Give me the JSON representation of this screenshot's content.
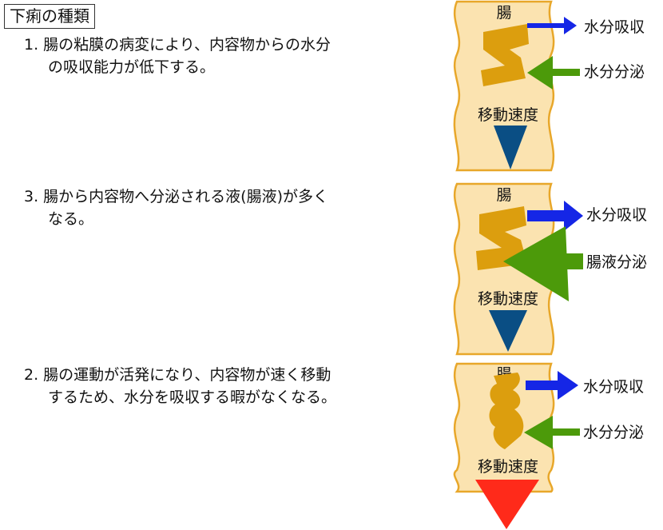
{
  "title": "下痢の種類",
  "paragraphs": [
    {
      "line1": "1.  腸の粘膜の病変により、内容物からの水分",
      "line2": "の吸収能力が低下する。"
    },
    {
      "line1": "3.  腸から内容物へ分泌される液(腸液)が多く",
      "line2": "なる。"
    },
    {
      "line1": "2.  腸の運動が活発になり、内容物が速く移動",
      "line2": "するため、水分を吸収する暇がなくなる。"
    }
  ],
  "panels": [
    {
      "organ": "腸",
      "absorb": "水分吸収",
      "secrete": "水分分泌",
      "speed": "移動速度"
    },
    {
      "organ": "腸",
      "absorb": "水分吸収",
      "secrete": "腸液分泌",
      "speed": "移動速度"
    },
    {
      "organ": "腸",
      "absorb": "水分吸収",
      "secrete": "水分分泌",
      "speed": "移動速度"
    }
  ],
  "colors": {
    "intestine_fill": "#FBE3B0",
    "intestine_border": "#E8A72A",
    "content": "#DC9E0E",
    "absorb_arrow": "#1526E6",
    "secrete_arrow": "#4C9A0A",
    "speed_normal": "#0A4E84",
    "speed_fast": "#FF2A1A"
  }
}
